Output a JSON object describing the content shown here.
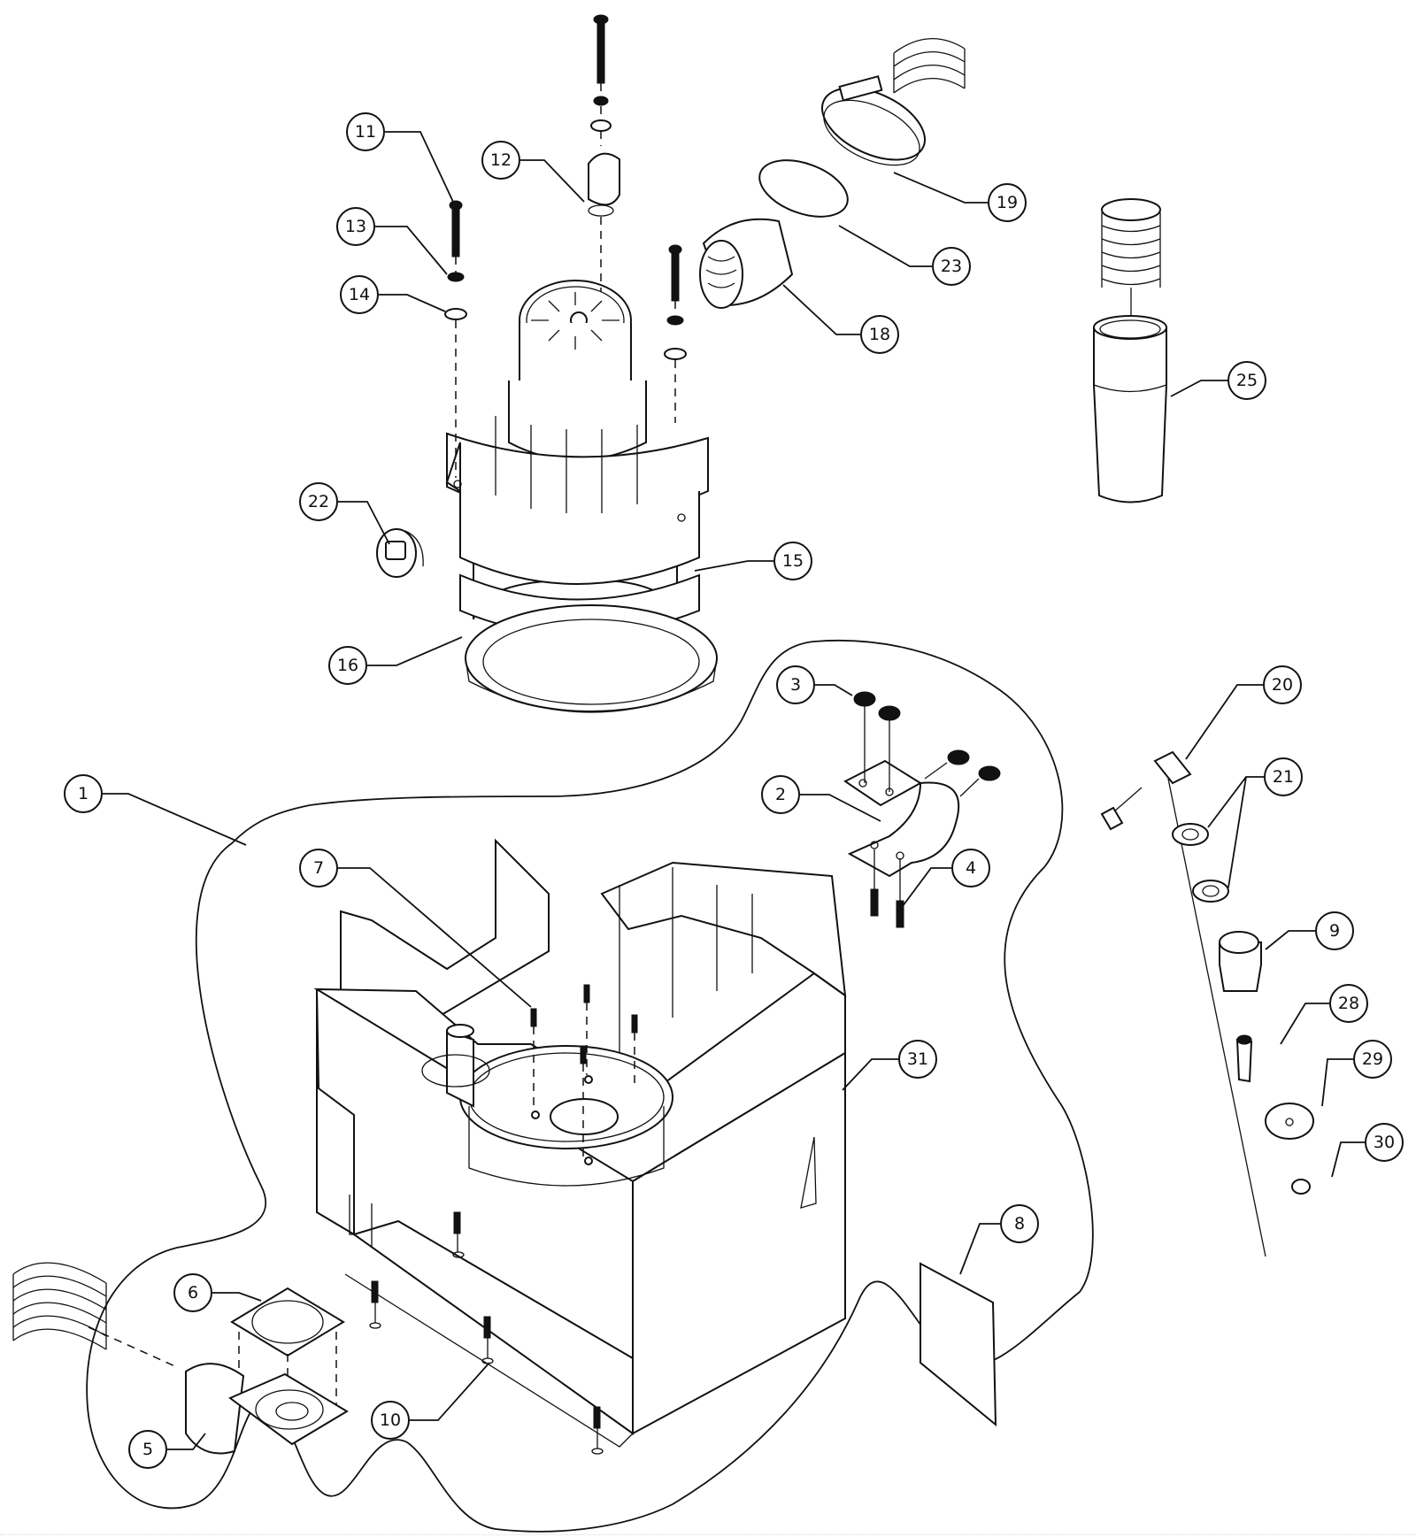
{
  "diagram": {
    "type": "exploded-parts-view",
    "callouts": [
      {
        "id": "1",
        "label": "1"
      },
      {
        "id": "2",
        "label": "2"
      },
      {
        "id": "3",
        "label": "3"
      },
      {
        "id": "4",
        "label": "4"
      },
      {
        "id": "5",
        "label": "5"
      },
      {
        "id": "6",
        "label": "6"
      },
      {
        "id": "7",
        "label": "7"
      },
      {
        "id": "8",
        "label": "8"
      },
      {
        "id": "9",
        "label": "9"
      },
      {
        "id": "10",
        "label": "10"
      },
      {
        "id": "11",
        "label": "11"
      },
      {
        "id": "12",
        "label": "12"
      },
      {
        "id": "13",
        "label": "13"
      },
      {
        "id": "14",
        "label": "14"
      },
      {
        "id": "15",
        "label": "15"
      },
      {
        "id": "16",
        "label": "16"
      },
      {
        "id": "18",
        "label": "18"
      },
      {
        "id": "19",
        "label": "19"
      },
      {
        "id": "20",
        "label": "20"
      },
      {
        "id": "21",
        "label": "21"
      },
      {
        "id": "22",
        "label": "22"
      },
      {
        "id": "23",
        "label": "23"
      },
      {
        "id": "25",
        "label": "25"
      },
      {
        "id": "28",
        "label": "28"
      },
      {
        "id": "29",
        "label": "29"
      },
      {
        "id": "30",
        "label": "30"
      },
      {
        "id": "31",
        "label": "31"
      }
    ],
    "colors": {
      "line": "#111111",
      "background": "#ffffff"
    }
  }
}
